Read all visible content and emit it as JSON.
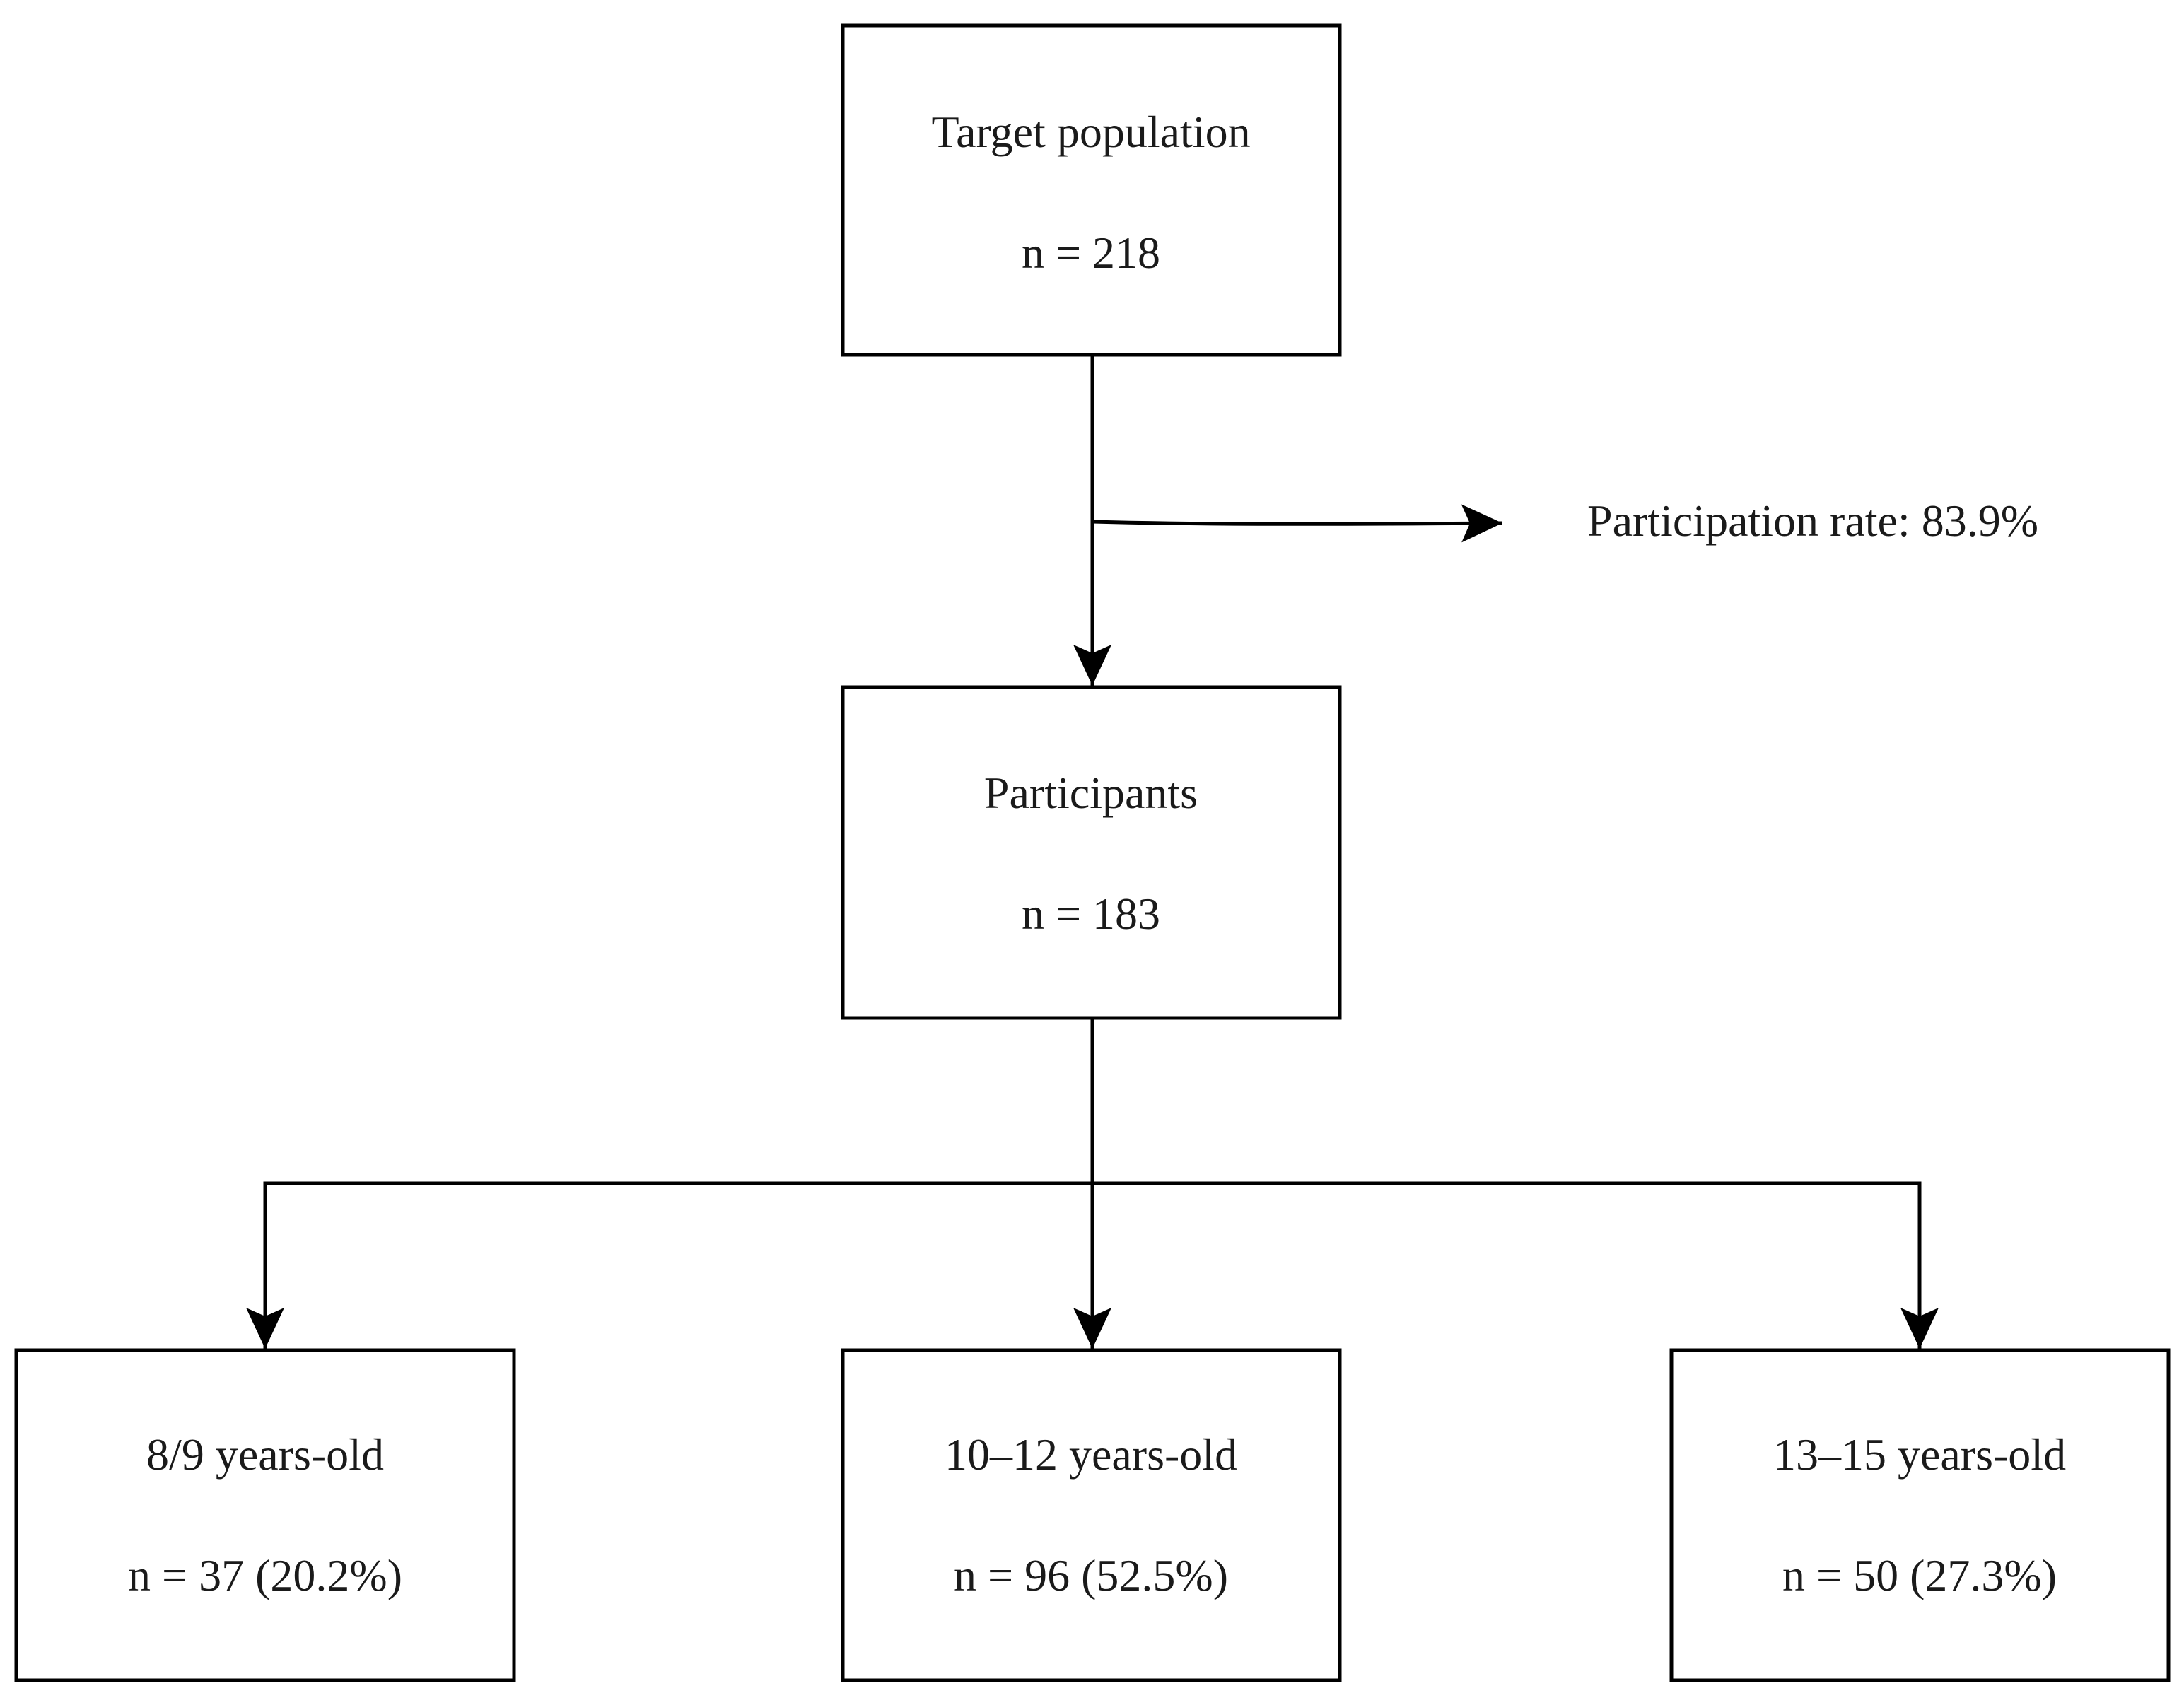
{
  "diagram": {
    "target": {
      "title": "Target population",
      "count": "n = 218"
    },
    "participation_note": "Participation rate: 83.9%",
    "participants": {
      "title": "Participants",
      "count": "n = 183"
    },
    "groups": [
      {
        "title": "8/9 years-old",
        "count": "n = 37 (20.2%)"
      },
      {
        "title": "10–12 years-old",
        "count": "n = 96 (52.5%)"
      },
      {
        "title": "13–15 years-old",
        "count": "n = 50 (27.3%)"
      }
    ],
    "colors": {
      "stroke": "#000000",
      "text": "#1a1a1a",
      "background": "#ffffff"
    }
  }
}
